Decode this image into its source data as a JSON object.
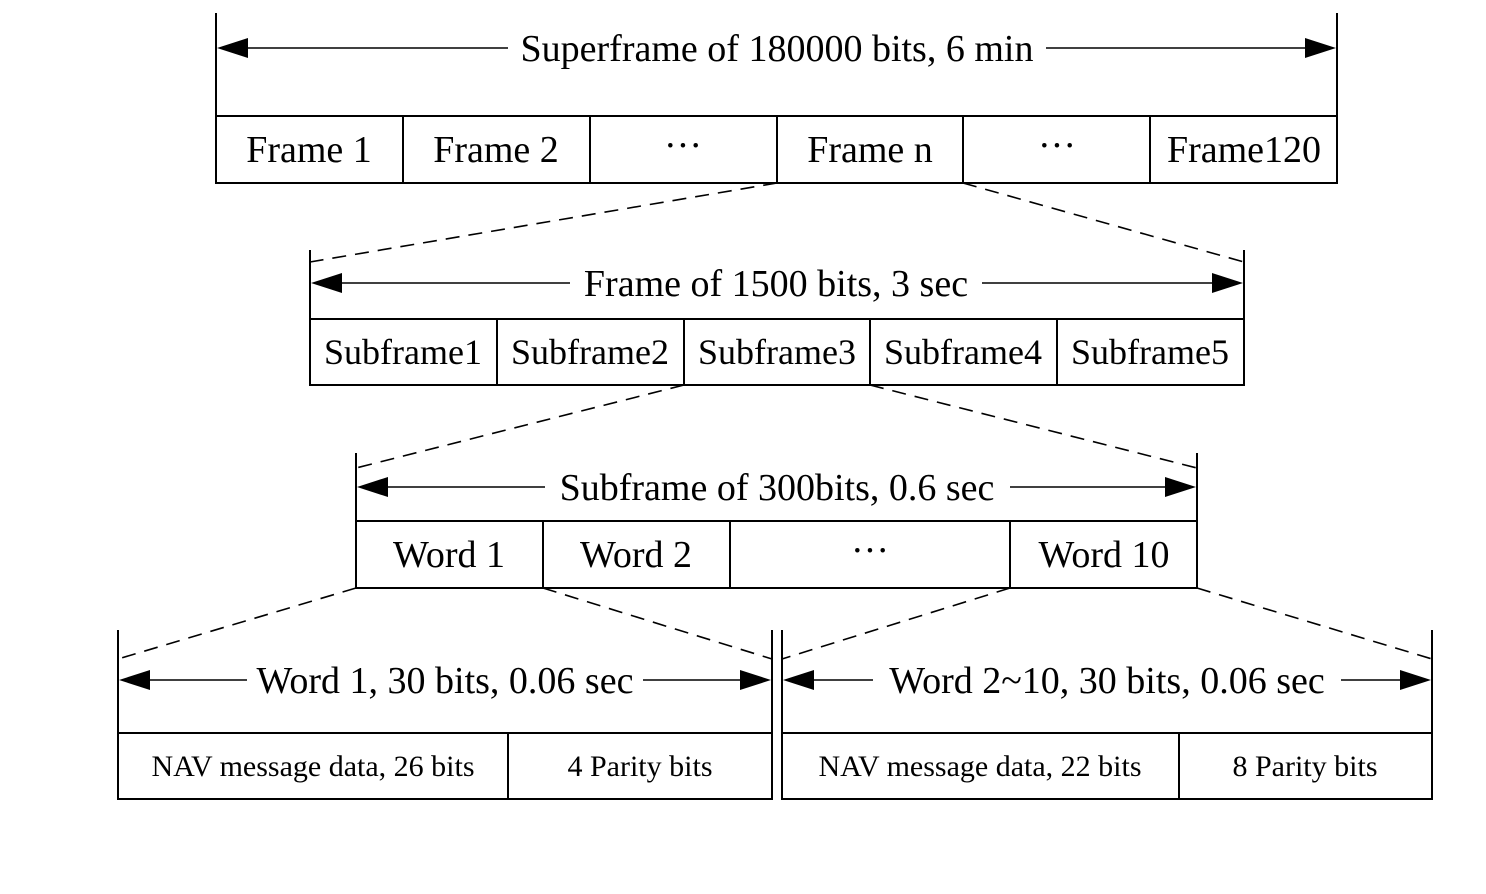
{
  "superframe": {
    "label": "Superframe of 180000 bits, 6 min",
    "cells": [
      "Frame 1",
      "Frame 2",
      "···",
      "Frame n",
      "···",
      "Frame120"
    ]
  },
  "frame": {
    "label": "Frame of 1500 bits,  3 sec",
    "cells": [
      "Subframe1",
      "Subframe2",
      "Subframe3",
      "Subframe4",
      "Subframe5"
    ]
  },
  "subframe": {
    "label": "Subframe of 300bits,  0.6 sec",
    "cells": [
      "Word 1",
      "Word 2",
      "···",
      "Word 10"
    ]
  },
  "word1": {
    "label": "Word 1, 30 bits, 0.06 sec",
    "cells": [
      "NAV message data, 26 bits",
      "4 Parity bits"
    ]
  },
  "word2_10": {
    "label": "Word 2~10,  30 bits, 0.06 sec",
    "cells": [
      "NAV message data, 22 bits",
      "8 Parity bits"
    ]
  }
}
